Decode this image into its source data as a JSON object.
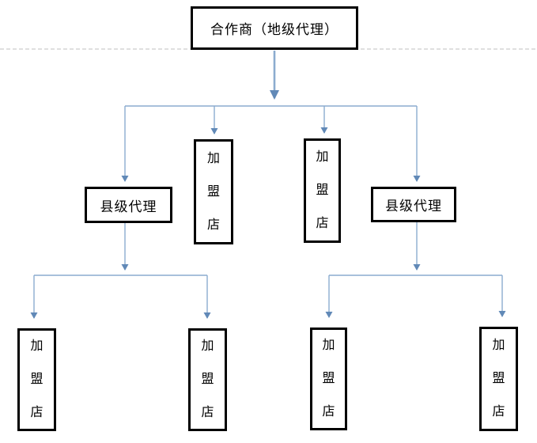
{
  "diagram": {
    "nodes": {
      "root": {
        "label": "合作商（地级代理）"
      },
      "county_left": {
        "label": "县级代理"
      },
      "county_right": {
        "label": "县级代理"
      },
      "store_mid_left": {
        "label": "加盟店"
      },
      "store_mid_right": {
        "label": "加盟店"
      },
      "store_bottom_1": {
        "label": "加盟店"
      },
      "store_bottom_2": {
        "label": "加盟店"
      },
      "store_bottom_3": {
        "label": "加盟店"
      },
      "store_bottom_4": {
        "label": "加盟店"
      }
    },
    "hierarchy": {
      "label": "合作商（地级代理）",
      "children": [
        {
          "label": "县级代理",
          "children": [
            {
              "label": "加盟店"
            },
            {
              "label": "加盟店"
            }
          ]
        },
        {
          "label": "加盟店"
        },
        {
          "label": "加盟店"
        },
        {
          "label": "县级代理",
          "children": [
            {
              "label": "加盟店"
            },
            {
              "label": "加盟店"
            }
          ]
        }
      ]
    },
    "colors": {
      "connector": "#8caccf",
      "arrowhead": "#6189b7",
      "box_border": "#000000",
      "text": "#000000",
      "page_boundary_dash": "#cccccc",
      "background": "#ffffff"
    }
  }
}
